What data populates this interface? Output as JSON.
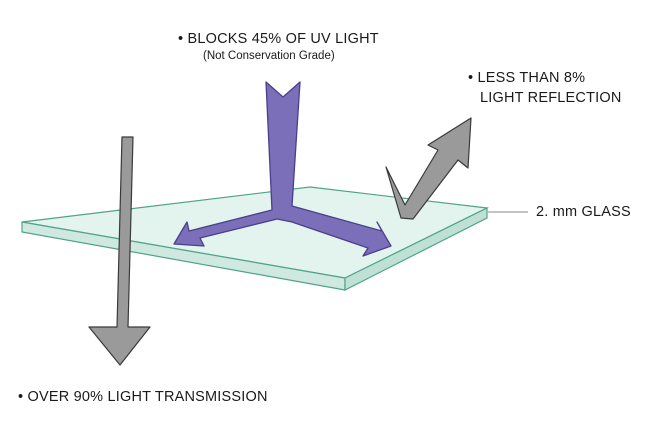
{
  "labels": {
    "uv_line": "• BLOCKS 45% OF UV LIGHT",
    "uv_note": "(Not Conservation Grade)",
    "reflection_line1": "• LESS THAN 8%",
    "reflection_line2": "LIGHT REFLECTION",
    "glass": "2.  mm GLASS",
    "transmission": "• OVER 90% LIGHT TRANSMISSION"
  },
  "colors": {
    "glass_top": "#e3f3ee",
    "glass_front": "#cfe9e0",
    "glass_side": "#bfe0d5",
    "glass_edge": "#4fa38c",
    "uv_arrow": "#7a6fb8",
    "uv_arrow_stroke": "#4a3f8a",
    "gray_arrow": "#9a9a9a",
    "gray_arrow_stroke": "#3a3a3a",
    "leader_line": "#8a8a8a"
  },
  "icons": {
    "uv": "downward-tri-arrow",
    "reflection": "up-arrow",
    "transmission": "down-arrow"
  }
}
